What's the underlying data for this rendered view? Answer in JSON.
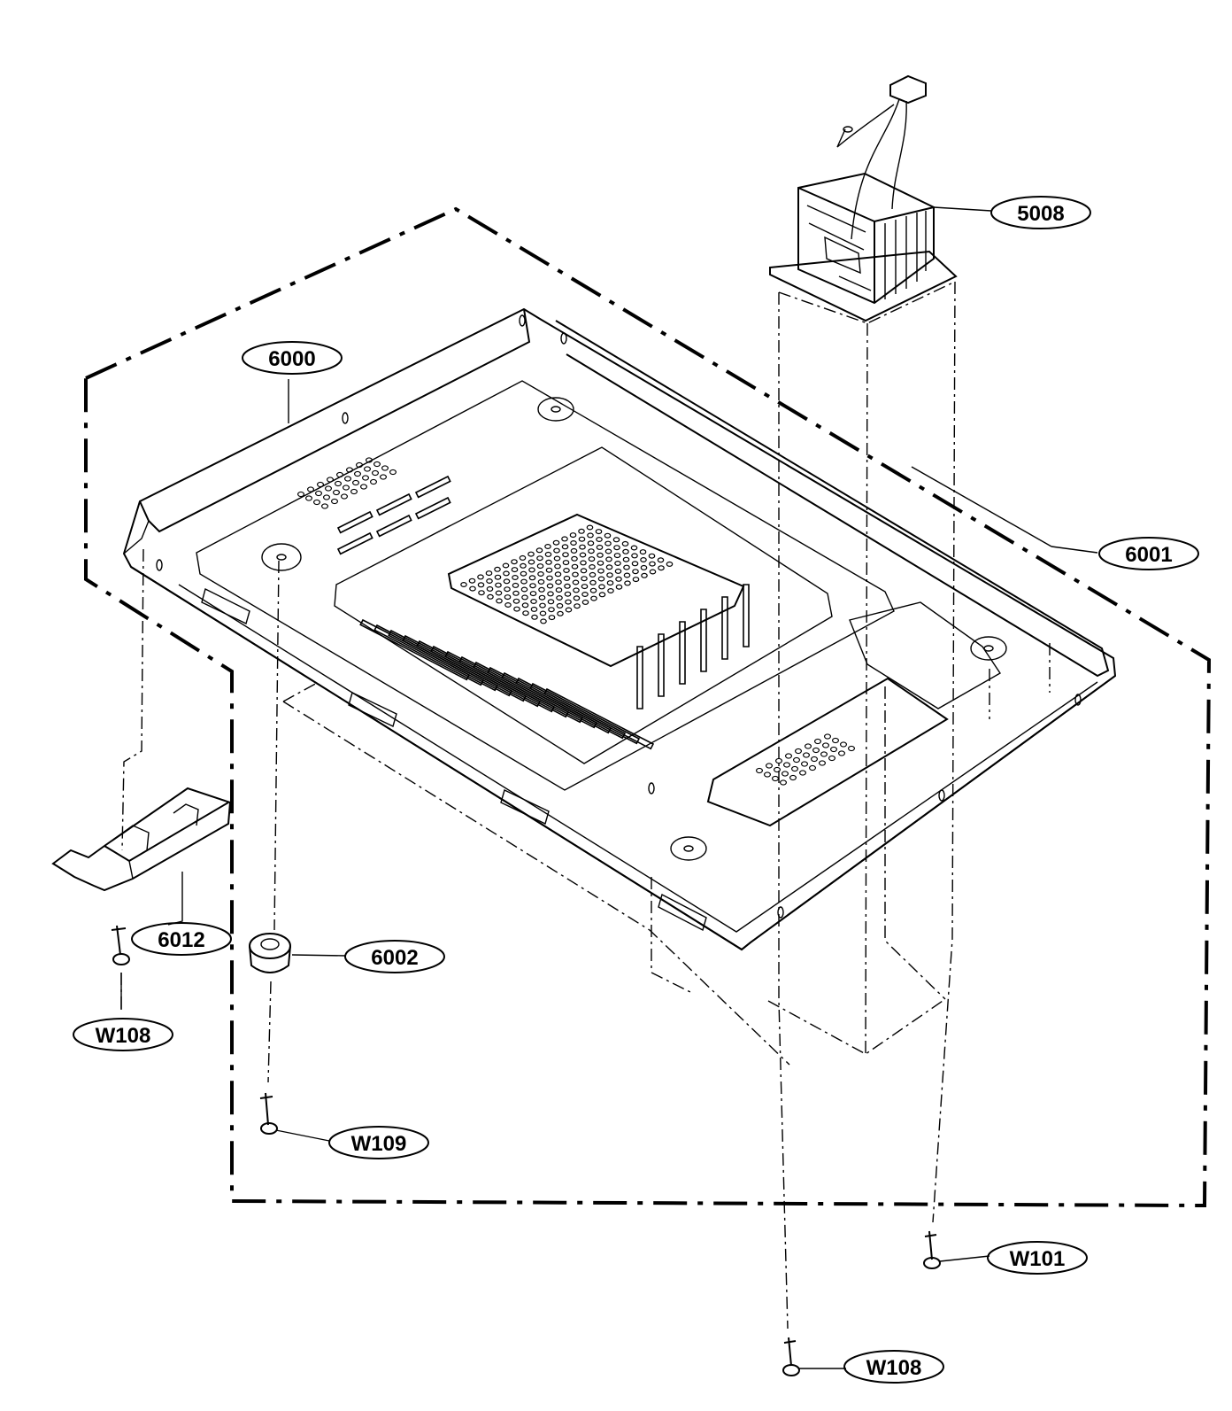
{
  "callouts": {
    "transformer": "5008",
    "base_plate": "6000",
    "base_plate_edge": "6001",
    "foot": "6002",
    "bracket": "6012",
    "screw_w108_left": "W108",
    "screw_w109": "W109",
    "screw_w101": "W101",
    "screw_w108_bottom": "W108"
  }
}
